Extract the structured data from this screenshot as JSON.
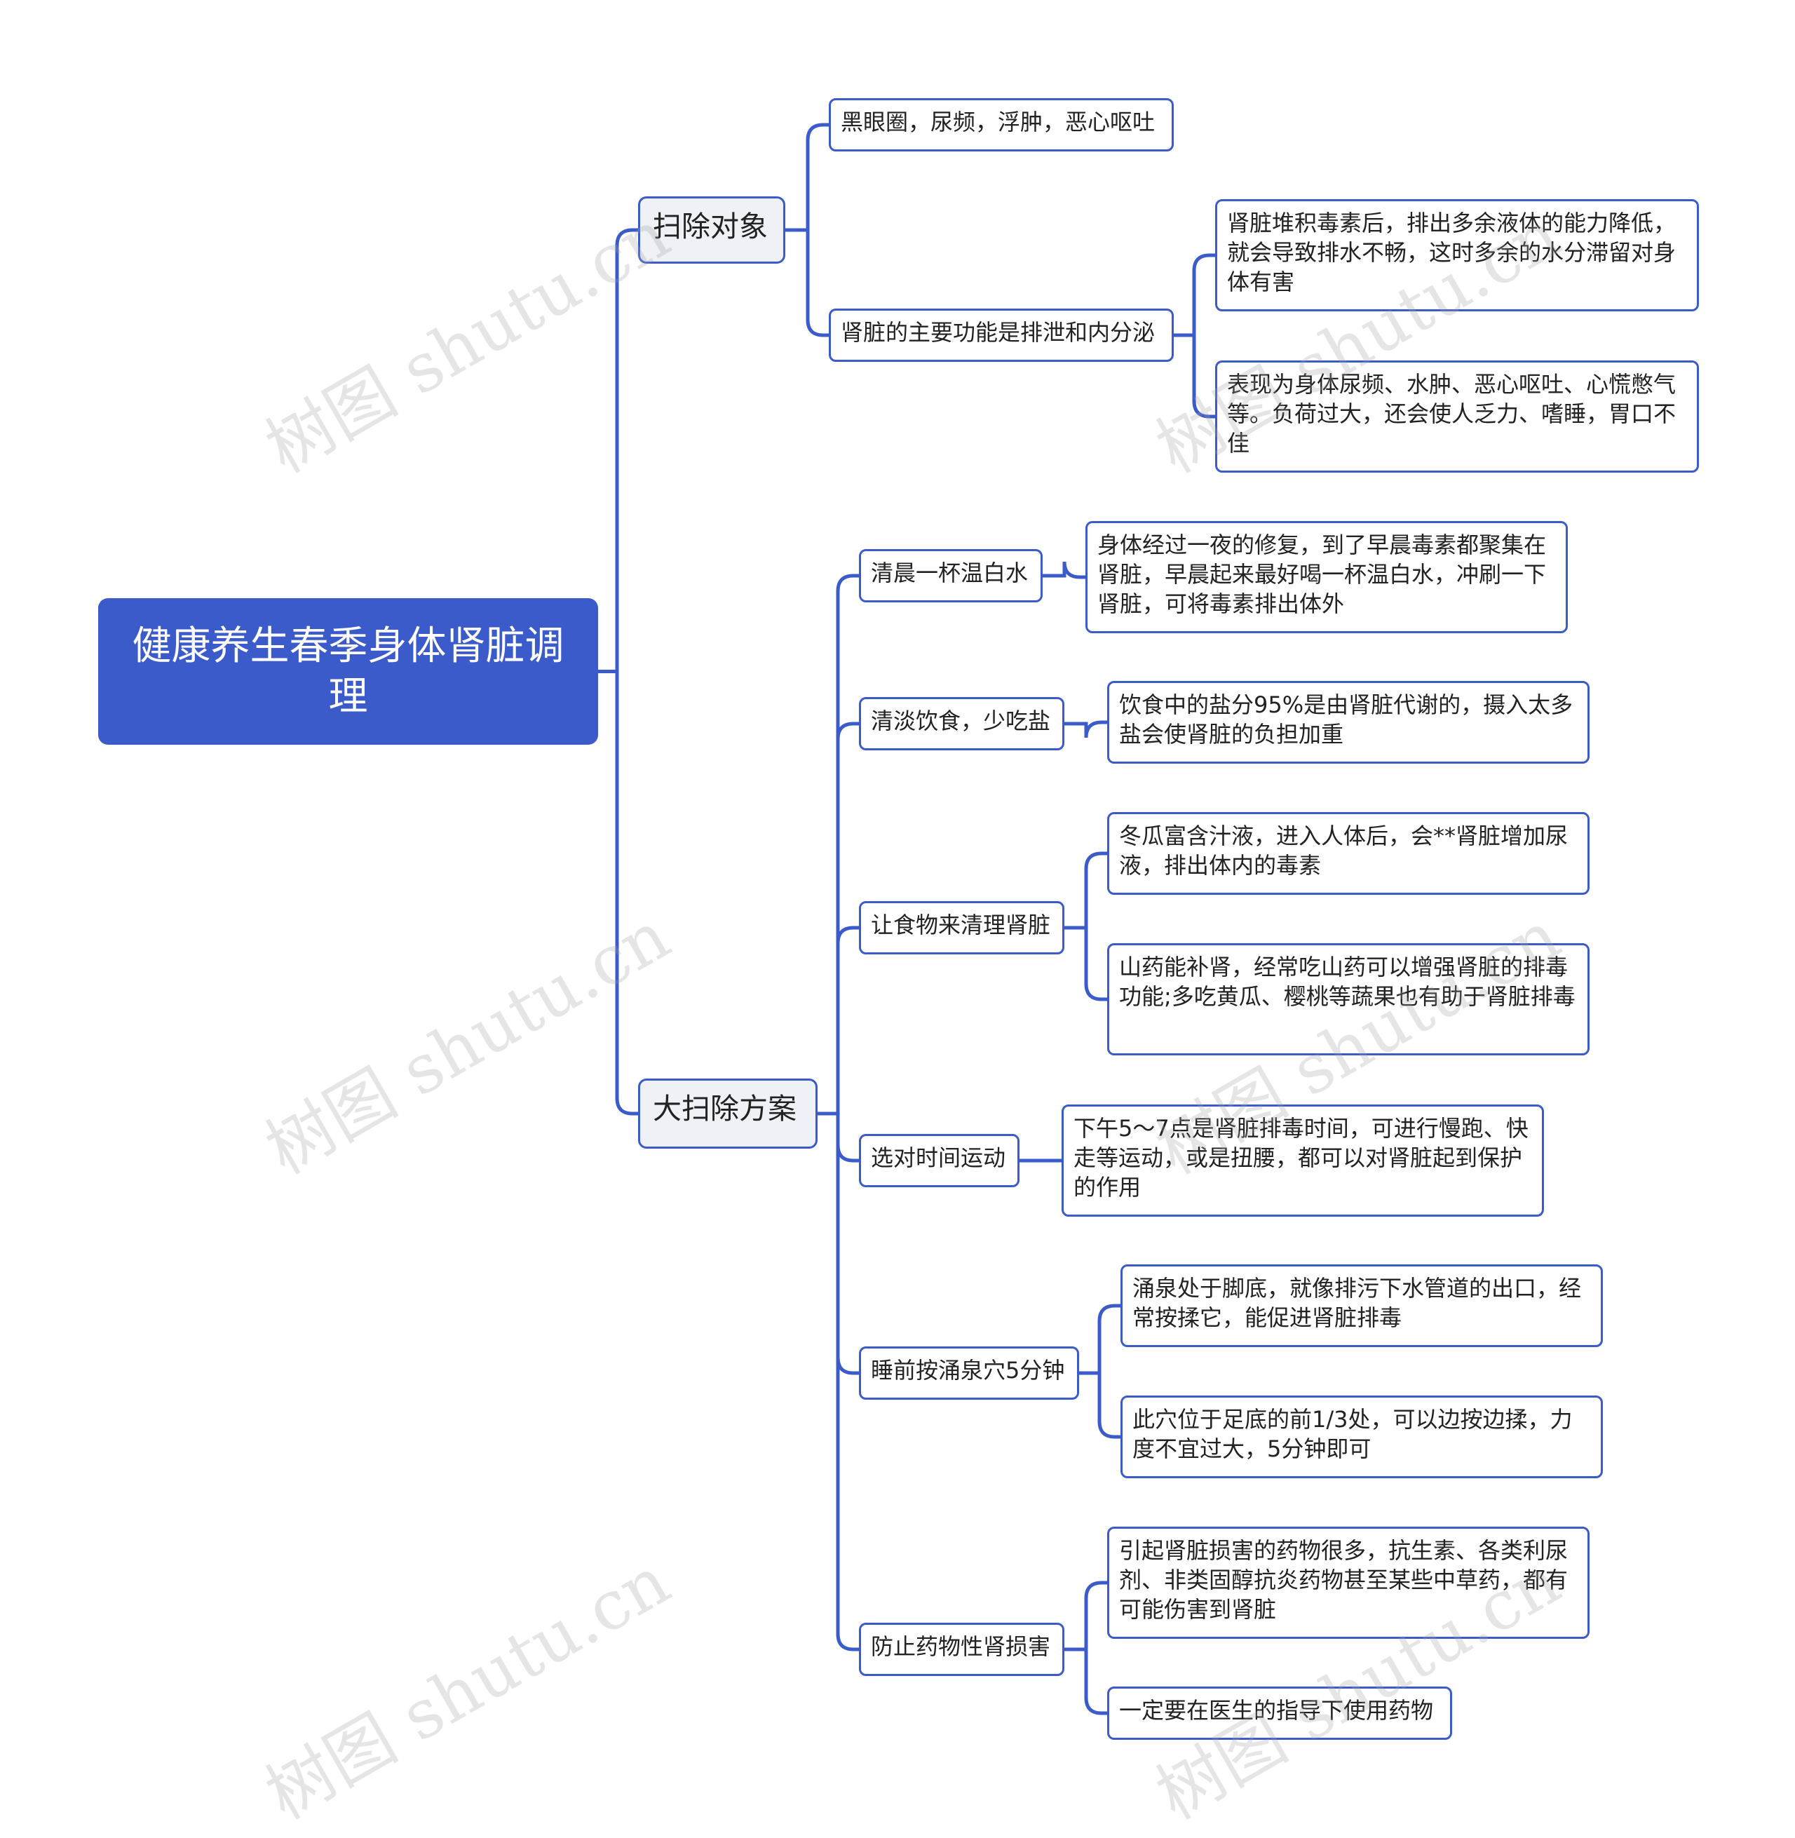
{
  "root": {
    "label": "健康养生春季身体肾脏调理"
  },
  "branches": [
    {
      "label": "扫除对象",
      "children": [
        {
          "label": "黑眼圈，尿频，浮肿，恶心呕吐",
          "children": []
        },
        {
          "label": "肾脏的主要功能是排泄和内分泌",
          "children": [
            {
              "label": "肾脏堆积毒素后，排出多余液体的能力降低，就会导致排水不畅，这时多余的水分滞留对身体有害"
            },
            {
              "label": "表现为身体尿频、水肿、恶心呕吐、心慌憋气等。负荷过大，还会使人乏力、嗜睡，胃口不佳"
            }
          ]
        }
      ]
    },
    {
      "label": "大扫除方案",
      "children": [
        {
          "label": "清晨一杯温白水",
          "children": [
            {
              "label": "身体经过一夜的修复，到了早晨毒素都聚集在肾脏，早晨起来最好喝一杯温白水，冲刷一下肾脏，可将毒素排出体外"
            }
          ]
        },
        {
          "label": "清淡饮食，少吃盐",
          "children": [
            {
              "label": "饮食中的盐分95%是由肾脏代谢的，摄入太多盐会使肾脏的负担加重"
            }
          ]
        },
        {
          "label": "让食物来清理肾脏",
          "children": [
            {
              "label": "冬瓜富含汁液，进入人体后，会**肾脏增加尿液，排出体内的毒素"
            },
            {
              "label": "山药能补肾，经常吃山药可以增强肾脏的排毒功能;多吃黄瓜、樱桃等蔬果也有助于肾脏排毒"
            }
          ]
        },
        {
          "label": "选对时间运动",
          "children": [
            {
              "label": "下午5～7点是肾脏排毒时间，可进行慢跑、快走等运动，或是扭腰，都可以对肾脏起到保护的作用"
            }
          ]
        },
        {
          "label": "睡前按涌泉穴5分钟",
          "children": [
            {
              "label": "涌泉处于脚底，就像排污下水管道的出口，经常按揉它，能促进肾脏排毒"
            },
            {
              "label": "此穴位于足底的前1/3处，可以边按边揉，力度不宜过大，5分钟即可"
            }
          ]
        },
        {
          "label": "防止药物性肾损害",
          "children": [
            {
              "label": "引起肾脏损害的药物很多，抗生素、各类利尿剂、非类固醇抗炎药物甚至某些中草药，都有可能伤害到肾脏"
            },
            {
              "label": "一定要在医生的指导下使用药物"
            }
          ]
        }
      ]
    }
  ],
  "watermark": {
    "text": "树图 shutu.cn"
  },
  "colors": {
    "line": "#3b5bcb",
    "root_fill": "#3b5bcb",
    "branch_fill": "#eef1f6"
  }
}
